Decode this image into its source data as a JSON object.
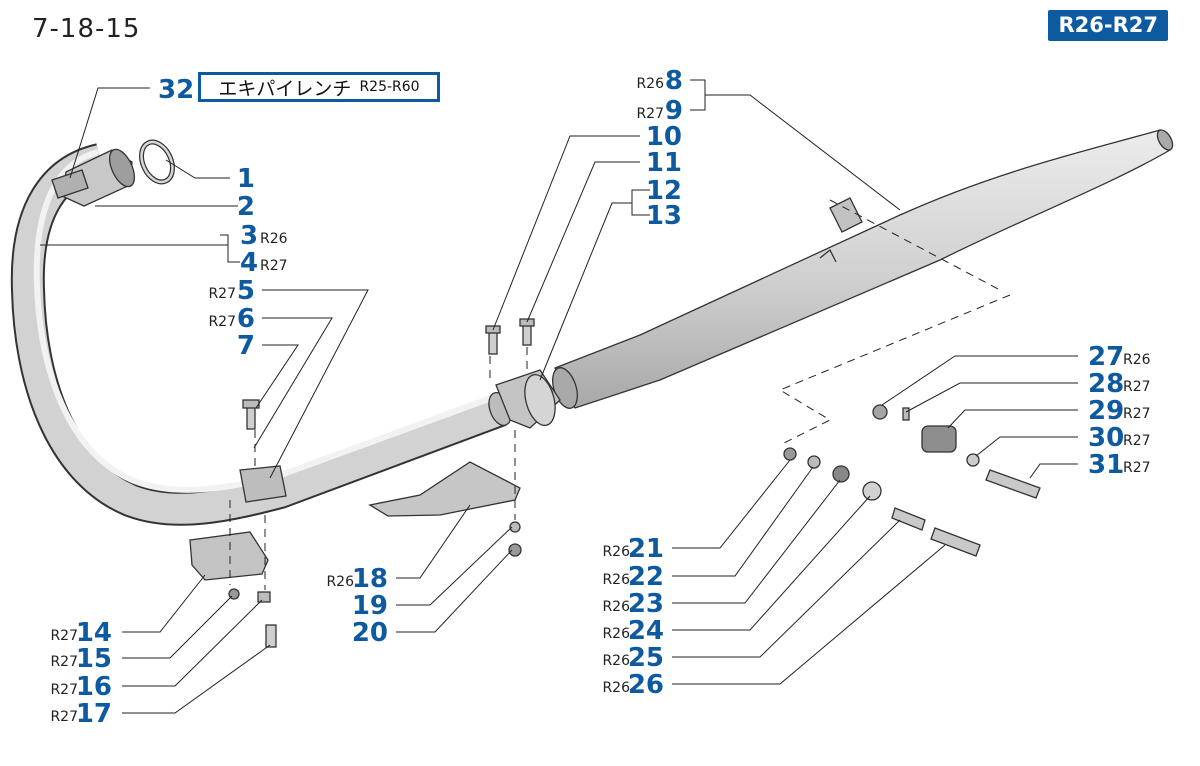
{
  "header": {
    "page_number": "7-18-15",
    "model_badge": "R26-R27"
  },
  "tool_note": {
    "part_number": "32",
    "name": "エキパイレンチ",
    "model": "R25-R60"
  },
  "callouts": [
    {
      "number": "1",
      "models": ""
    },
    {
      "number": "2",
      "models": ""
    },
    {
      "number": "3",
      "models": "R26"
    },
    {
      "number": "4",
      "models": "R27"
    },
    {
      "number": "5",
      "models": "R27"
    },
    {
      "number": "6",
      "models": "R27"
    },
    {
      "number": "7",
      "models": ""
    },
    {
      "number": "8",
      "models": "R26"
    },
    {
      "number": "9",
      "models": "R27"
    },
    {
      "number": "10",
      "models": ""
    },
    {
      "number": "11",
      "models": ""
    },
    {
      "number": "12",
      "models": ""
    },
    {
      "number": "13",
      "models": ""
    },
    {
      "number": "14",
      "models": "R27"
    },
    {
      "number": "15",
      "models": "R27"
    },
    {
      "number": "16",
      "models": "R27"
    },
    {
      "number": "17",
      "models": "R27"
    },
    {
      "number": "18",
      "models": "R26"
    },
    {
      "number": "19",
      "models": ""
    },
    {
      "number": "20",
      "models": ""
    },
    {
      "number": "21",
      "models": "R26"
    },
    {
      "number": "22",
      "models": "R26"
    },
    {
      "number": "23",
      "models": "R26"
    },
    {
      "number": "24",
      "models": "R26"
    },
    {
      "number": "25",
      "models": "R26"
    },
    {
      "number": "26",
      "models": "R26"
    },
    {
      "number": "27",
      "models": "R26"
    },
    {
      "number": "28",
      "models": "R27"
    },
    {
      "number": "29",
      "models": "R27"
    },
    {
      "number": "30",
      "models": "R27"
    },
    {
      "number": "31",
      "models": "R27"
    }
  ],
  "colors": {
    "accent": "#0d5aa0",
    "part_fill": "#cfcfcf",
    "line": "#222222"
  }
}
